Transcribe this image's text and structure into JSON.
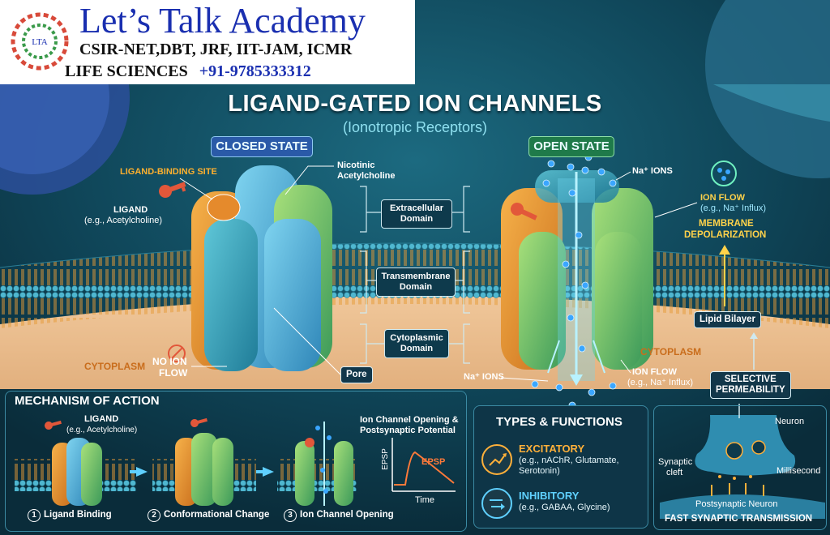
{
  "header": {
    "brand": "Let’s Talk Academy",
    "exams": "CSIR-NET,DBT, JRF, IIT-JAM, ICMR",
    "subject": "LIFE SCIENCES",
    "phone": "+91-9785333312",
    "logo_text": "LTA"
  },
  "title": "LIGAND-GATED ION CHANNELS",
  "subtitle": "(Ionotropic Receptors)",
  "closed": {
    "pill": "CLOSED STATE",
    "binding_site": "LIGAND-BINDING SITE",
    "ligand": "LIGAND",
    "ligand_eg": "(e.g., Acetylcholine)",
    "receptor_1": "Nicotinic",
    "receptor_2": "Acetylcholine",
    "no_flow_1": "NO ION",
    "no_flow_2": "FLOW",
    "pore": "Pore",
    "cytoplasm": "CYTOPLASM"
  },
  "domains": {
    "extracellular_1": "Extracellular",
    "extracellular_2": "Domain",
    "transmembrane_1": "Transmembrane",
    "transmembrane_2": "Domain",
    "cytoplasmic_1": "Cytoplasmic",
    "cytoplasmic_2": "Domain"
  },
  "open": {
    "pill": "OPEN STATE",
    "na_top": "Na⁺ IONS",
    "ion_flow": "ION FLOW",
    "ion_flow_eg": "(e.g., Na⁺ Influx)",
    "depol_1": "MEMBRANE",
    "depol_2": "DEPOLARIZATION",
    "lipid": "Lipid Bilayer",
    "cytoplasm": "CYTOPLASM",
    "na_bottom": "Na⁺ IONS",
    "ion_flow2": "ION FLOW",
    "ion_flow2_eg": "(e.g., Na⁺ Influx)",
    "selective_1": "SELECTIVE",
    "selective_2": "PERMEABILITY"
  },
  "mechanism": {
    "title": "MECHANISM OF ACTION",
    "ligand": "LIGAND",
    "ligand_eg": "(e.g., Acetylcholine)",
    "opening_1": "Ion Channel Opening &",
    "opening_2": "Postsynaptic Potential",
    "epsp_axis": "EPSP",
    "epsp_curve": "EPSP",
    "time": "Time",
    "steps": [
      {
        "num": "1",
        "label": "Ligand Binding"
      },
      {
        "num": "2",
        "label": "Conformational Change"
      },
      {
        "num": "3",
        "label": "Ion Channel Opening"
      }
    ]
  },
  "types": {
    "title": "TYPES & FUNCTIONS",
    "excitatory": "EXCITATORY",
    "excitatory_eg_1": "(e.g., nAChR, Glutamate,",
    "excitatory_eg_2": "Serotonin)",
    "inhibitory": "INHIBITORY",
    "inhibitory_eg": "(e.g., GABAA, Glycine)"
  },
  "synapse": {
    "neuron": "Neuron",
    "cleft_1": "Synaptic",
    "cleft_2": "cleft",
    "millisecond": "Millisecond",
    "postsynaptic": "Postsynaptic Neuron",
    "title": "FAST SYNAPTIC TRANSMISSION"
  },
  "colors": {
    "background": "#0c3344",
    "accent_orange": "#ffb02e",
    "accent_cyan": "#5fd0ff",
    "header_blue": "#1a2fb0"
  }
}
